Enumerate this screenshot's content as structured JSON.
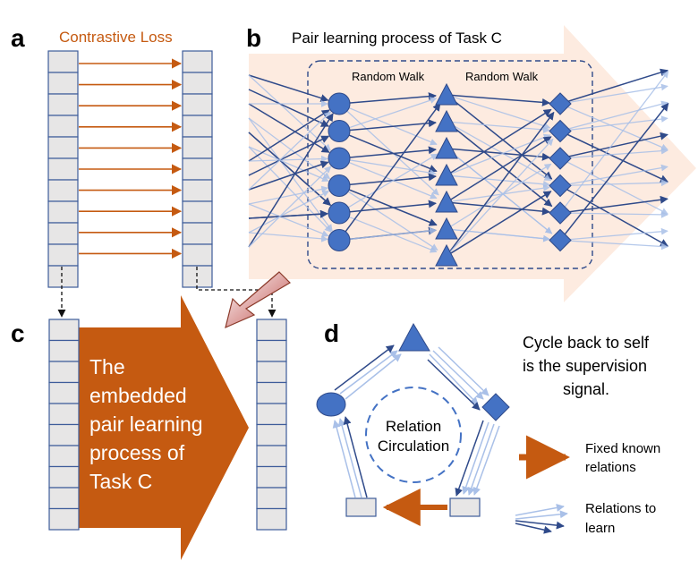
{
  "panel_a": {
    "letter": "a",
    "title": "Contrastive Loss",
    "cells_per_column": 11,
    "arrow_count": 10
  },
  "panel_b": {
    "letter": "b",
    "title": "Pair learning process of Task C",
    "walk_label_1": "Random Walk",
    "walk_label_2": "Random Walk",
    "nodes": {
      "circles": 6,
      "triangles": 7,
      "diamonds": 6
    }
  },
  "panel_c": {
    "letter": "c",
    "arrow_text": [
      "The",
      "embedded",
      "pair learning",
      "process of",
      "Task C"
    ],
    "cells_per_column": 10
  },
  "panel_d": {
    "letter": "d",
    "caption": [
      "Cycle back to self",
      "is the supervision",
      "signal."
    ],
    "center_label": [
      "Relation",
      "Circulation"
    ],
    "legend_fixed": [
      "Fixed known",
      "relations"
    ],
    "legend_learn": [
      "Relations to",
      "learn"
    ]
  },
  "colors": {
    "orange": "#C55A11",
    "node_blue": "#4472C4",
    "dark_blue": "#2F4A8A",
    "light_blue": "#A9C0E8",
    "cell_fill": "#E7E6E6",
    "cell_stroke": "#3E5C9A",
    "peach": "#FCE4D6",
    "dash_blue": "#2F4A8A"
  }
}
